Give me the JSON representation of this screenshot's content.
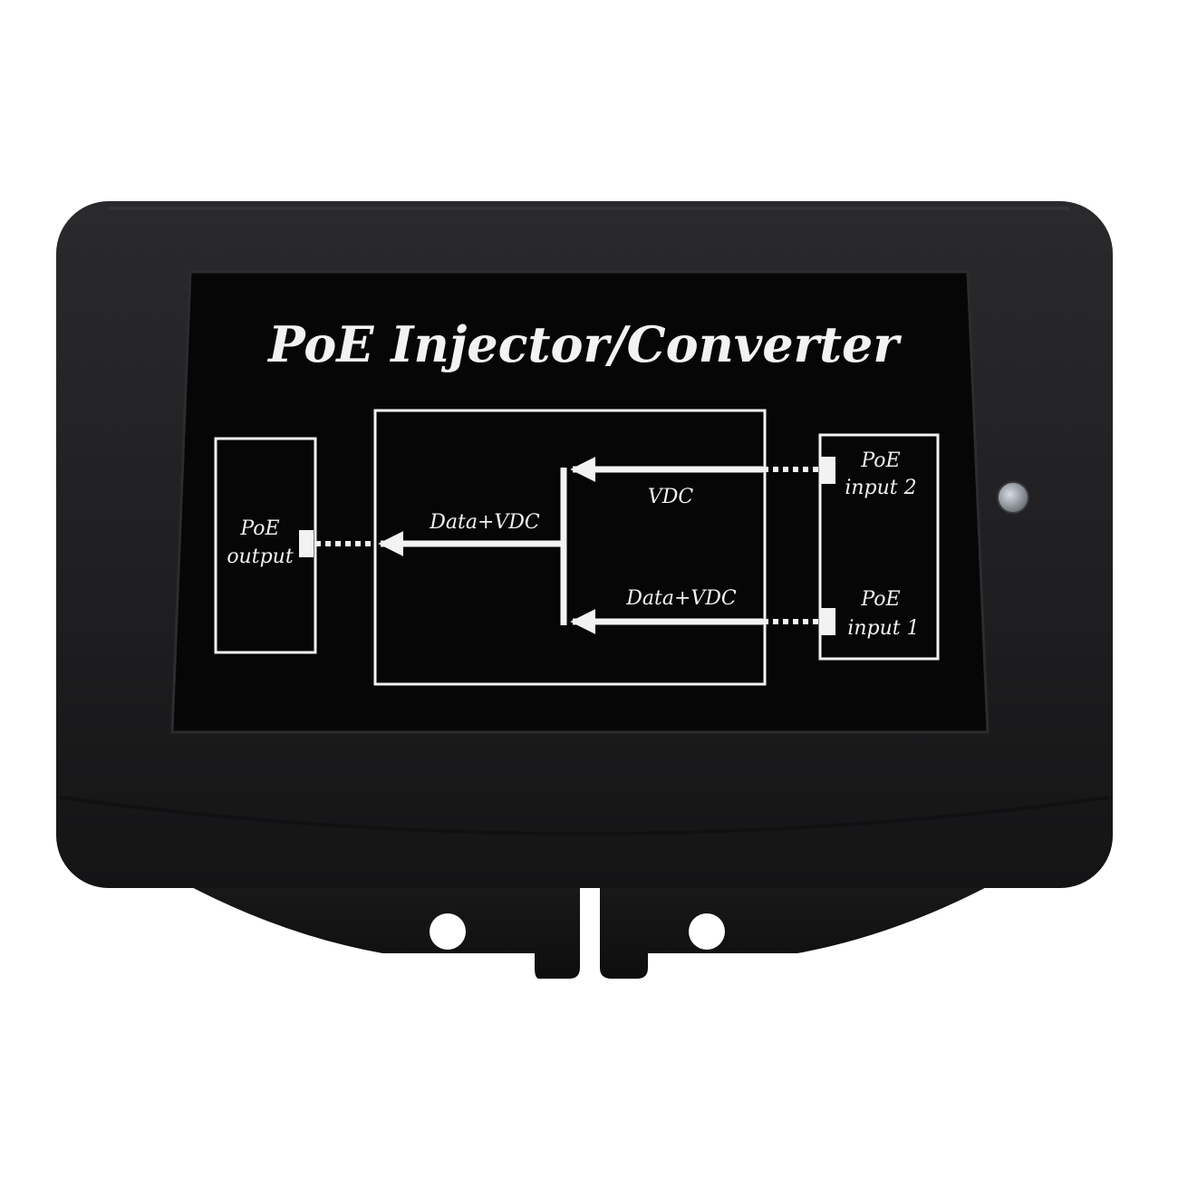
{
  "product": {
    "title": "PoE Injector/Converter",
    "ports": {
      "output": {
        "line1": "PoE",
        "line2": "output"
      },
      "input2": {
        "line1": "PoE",
        "line2": "input 2"
      },
      "input1": {
        "line1": "PoE",
        "line2": "input 1"
      }
    },
    "signals": {
      "to_output": "Data+VDC",
      "from_input2": "VDC",
      "from_input1": "Data+VDC"
    }
  },
  "colors": {
    "background": "#ffffff",
    "enclosure": "#1c1c1e",
    "label_panel": "#060606",
    "diagram_lines": "#f2f2f2",
    "led": "#9aa0a6"
  }
}
